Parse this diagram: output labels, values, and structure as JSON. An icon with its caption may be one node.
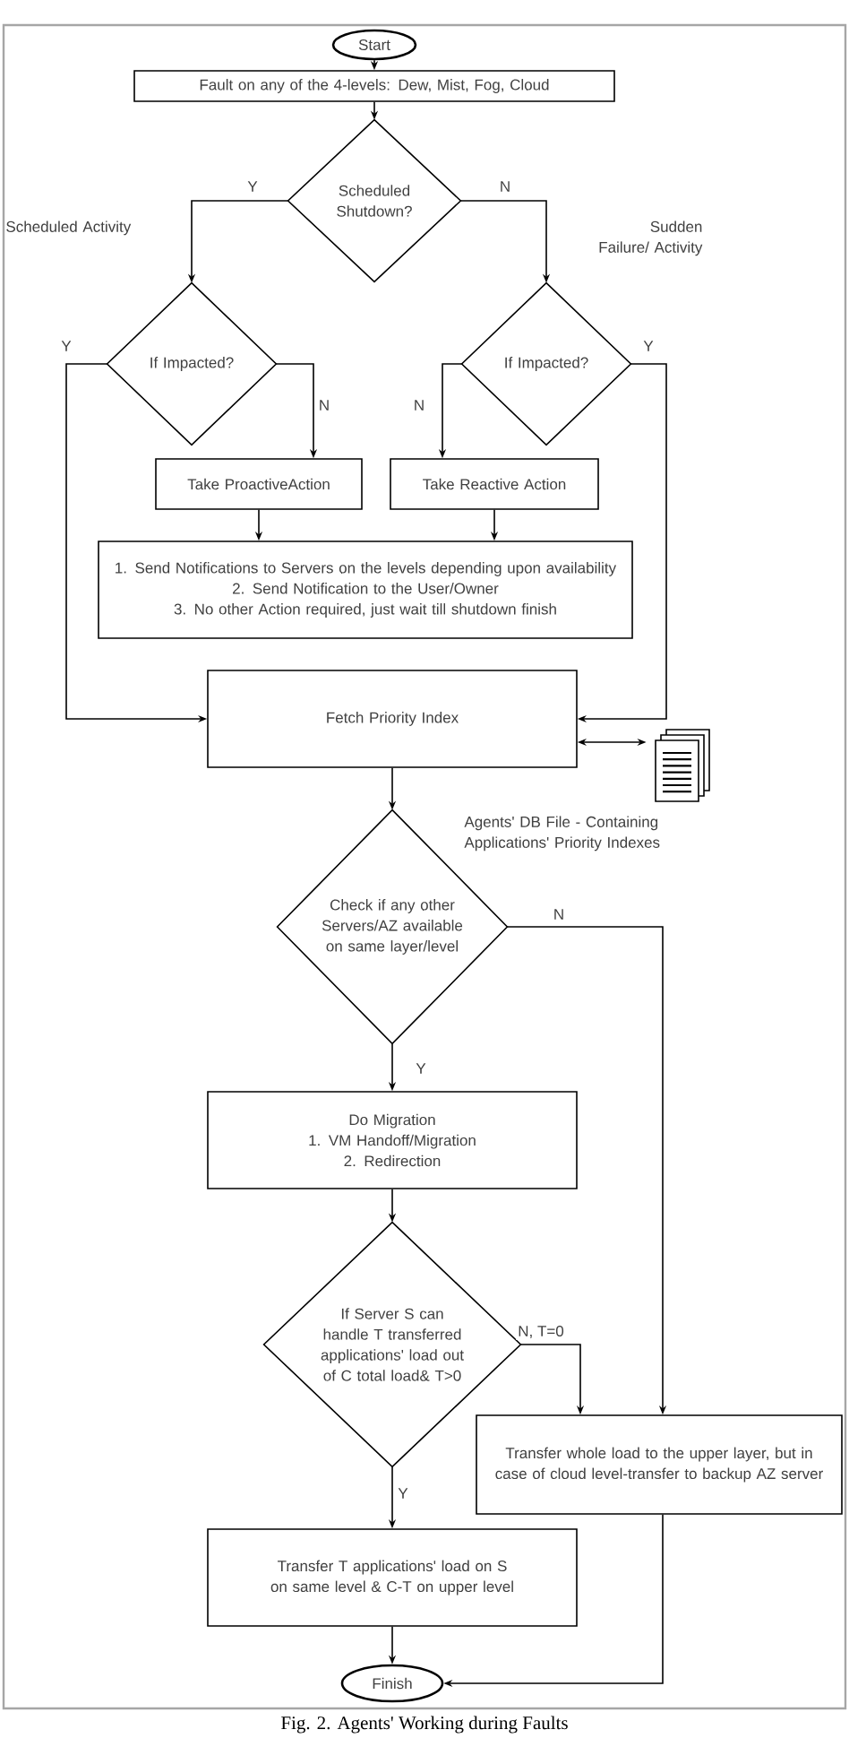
{
  "diagram": {
    "caption": "Fig. 2. Agents' Working during Faults",
    "nodes": [
      {
        "text": [
          "Start"
        ]
      },
      {
        "text": [
          "Fault on any of the 4-levels: Dew, Mist, Fog, Cloud"
        ]
      },
      {
        "text": [
          "Scheduled Shutdown?"
        ]
      },
      {
        "text": [
          "If Impacted?"
        ]
      },
      {
        "text": [
          "If Impacted?"
        ]
      },
      {
        "text": [
          "Take ProactiveAction"
        ]
      },
      {
        "text": [
          "Take Reactive Action"
        ]
      },
      {
        "text": [
          "1. Send Notifications to Servers on the levels depending upon availability",
          "2. Send Notification to the User/Owner",
          "3. No other Action required, just wait till shutdown finish"
        ]
      },
      {
        "text": [
          "Fetch Priority Index"
        ]
      },
      {
        "text": [],
        "shape": "document"
      },
      {
        "text": [
          "Check if any other Servers/AZ available on same layer/level"
        ]
      },
      {
        "text": [
          "Do Migration",
          "1. VM Handoff/Migration",
          "2. Redirection"
        ]
      },
      {
        "text": [
          "If Server S can handle T transferred applications' load out of C total load& T>0"
        ]
      },
      {
        "text": [
          "Transfer whole load to the upper layer, but in case of cloud level-transfer to backup AZ server"
        ]
      },
      {
        "text": [
          "Transfer T applications' load on S on same level & C-T on upper level"
        ]
      },
      {
        "text": [
          "Finish"
        ]
      }
    ],
    "edges": [
      {
        "from": 0,
        "to": 1,
        "arrow": "to"
      },
      {
        "from": 1,
        "to": 2,
        "arrow": "to"
      },
      {
        "from": 2,
        "to": 3,
        "arrow": "to",
        "label": "Y"
      },
      {
        "from": 2,
        "to": 4,
        "arrow": "to",
        "label": "N"
      },
      {
        "from": 3,
        "to": 8,
        "arrow": "to",
        "label": "Y"
      },
      {
        "from": 3,
        "to": 5,
        "arrow": "to",
        "label": "N"
      },
      {
        "from": 4,
        "to": 6,
        "arrow": "to",
        "label": "N"
      },
      {
        "from": 4,
        "to": 8,
        "arrow": "to",
        "label": "Y"
      },
      {
        "from": 5,
        "to": 7,
        "arrow": "to"
      },
      {
        "from": 6,
        "to": 7,
        "arrow": "to"
      },
      {
        "from": 8,
        "to": 9,
        "arrow": "both"
      },
      {
        "from": 8,
        "to": 10,
        "arrow": "to"
      },
      {
        "from": 10,
        "to": 11,
        "arrow": "to",
        "label": "Y"
      },
      {
        "from": 10,
        "to": 13,
        "arrow": "to",
        "label": "N"
      },
      {
        "from": 11,
        "to": 12,
        "arrow": "to"
      },
      {
        "from": 12,
        "to": 13,
        "arrow": "to",
        "label": "N, T=0"
      },
      {
        "from": 12,
        "to": 14,
        "arrow": "to",
        "label": "Y"
      },
      {
        "from": 14,
        "to": 15,
        "arrow": "to"
      },
      {
        "from": 13,
        "to": 15,
        "arrow": "to"
      }
    ],
    "labels": [
      "Scheduled Activity",
      "Sudden Failure/ Activity",
      "Agents' DB File - Containing Applications' Priority Indexes"
    ]
  }
}
